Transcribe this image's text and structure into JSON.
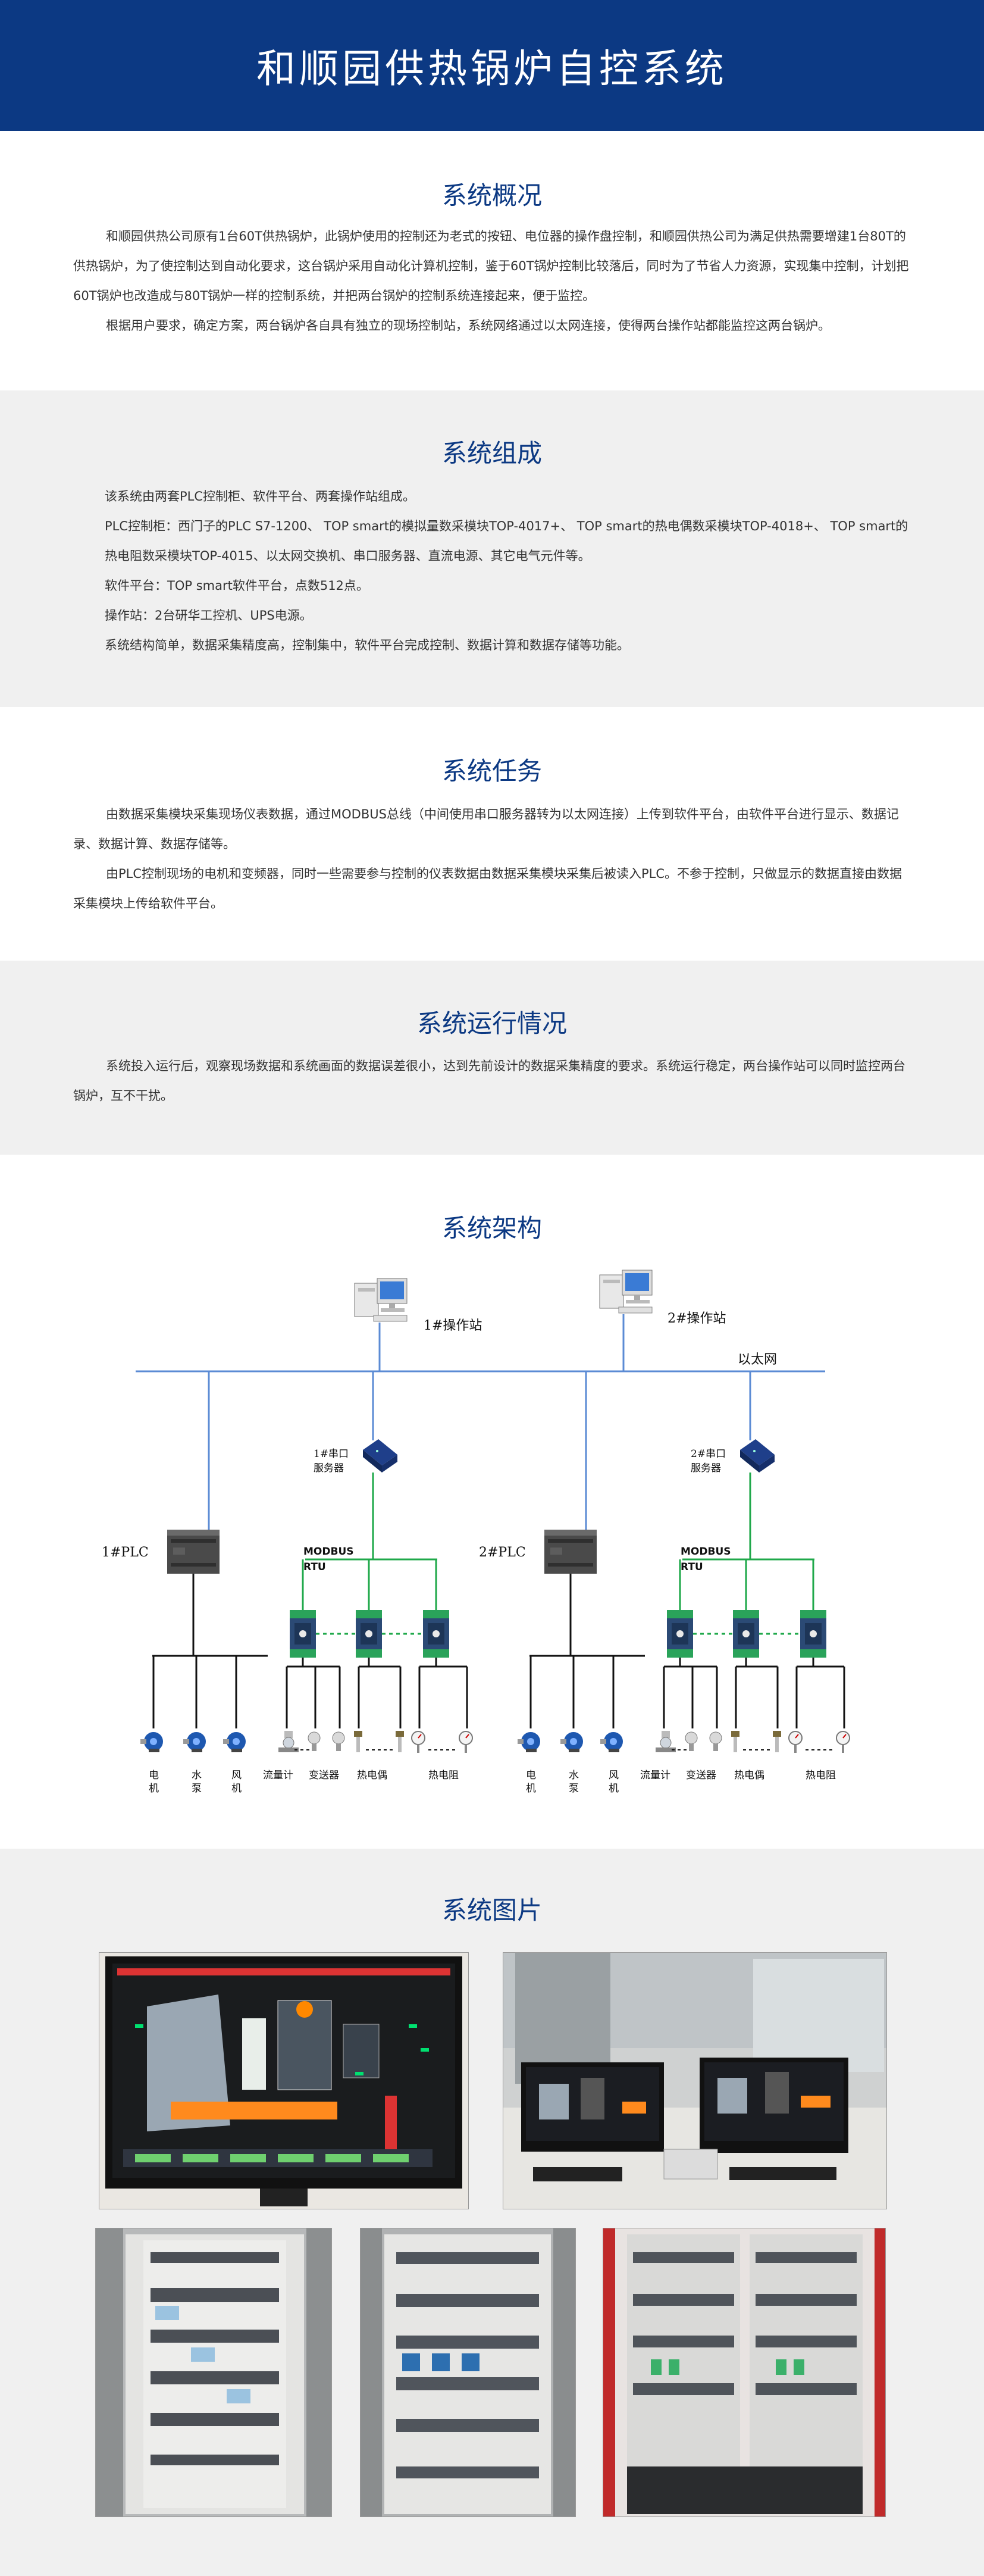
{
  "page_title": "和顺园供热锅炉自控系统",
  "colors": {
    "brand": "#0c3983",
    "section_gray": "#f0f0f0",
    "network_line": "#5b8bd4",
    "rs485_line": "#1fa84a"
  },
  "sections": {
    "overview": {
      "title": "系统概况",
      "paragraphs": [
        "和顺园供热公司原有1台60T供热锅炉，此锅炉使用的控制还为老式的按钮、电位器的操作盘控制，和顺园供热公司为满足供热需要增建1台80T的供热锅炉，为了使控制达到自动化要求，这台锅炉采用自动化计算机控制，鉴于60T锅炉控制比较落后，同时为了节省人力资源，实现集中控制，计划把60T锅炉也改造成与80T锅炉一样的控制系统，并把两台锅炉的控制系统连接起来，便于监控。",
        "根据用户要求，确定方案，两台锅炉各自具有独立的现场控制站，系统网络通过以太网连接，使得两台操作站都能监控这两台锅炉。"
      ]
    },
    "composition": {
      "title": "系统组成",
      "items": [
        "该系统由两套PLC控制柜、软件平台、两套操作站组成。",
        "PLC控制柜：西门子的PLC  S7-1200、 TOP smart的模拟量数采模块TOP-4017+、 TOP smart的热电偶数采模块TOP-4018+、 TOP smart的热电阻数采模块TOP-4015、以太网交换机、串口服务器、直流电源、其它电气元件等。",
        "软件平台：TOP smart软件平台，点数512点。",
        "操作站：2台研华工控机、UPS电源。",
        "系统结构简单，数据采集精度高，控制集中，软件平台完成控制、数据计算和数据存储等功能。"
      ]
    },
    "task": {
      "title": "系统任务",
      "paragraphs": [
        "由数据采集模块采集现场仪表数据，通过MODBUS总线（中间使用串口服务器转为以太网连接）上传到软件平台，由软件平台进行显示、数据记录、数据计算、数据存储等。",
        "由PLC控制现场的电机和变频器，同时一些需要参与控制的仪表数据由数据采集模块采集后被读入PLC。不参于控制，只做显示的数据直接由数据采集模块上传给软件平台。"
      ]
    },
    "operation": {
      "title": "系统运行情况",
      "paragraphs": [
        "系统投入运行后，观察现场数据和系统画面的数据误差很小，达到先前设计的数据采集精度的要求。系统运行稳定，两台操作站可以同时监控两台锅炉，互不干扰。"
      ]
    },
    "architecture": {
      "title": "系统架构",
      "stations": [
        "1#操作站",
        "2#操作站"
      ],
      "network_label": "以太网",
      "serial_servers": [
        [
          "1#串口",
          "服务器"
        ],
        [
          "2#串口",
          "服务器"
        ]
      ],
      "plcs": [
        "1#PLC",
        "2#PLC"
      ],
      "bus_label": [
        "MODBUS",
        "RTU"
      ],
      "field_labels": [
        "电机",
        "水泵",
        "风机",
        "流量计",
        "变送器",
        "热电偶",
        "热电阻"
      ]
    },
    "photos": {
      "title": "系统图片",
      "images": [
        {
          "icon": "hmi-screen-photo"
        },
        {
          "icon": "operator-desk-photo"
        },
        {
          "icon": "control-cabinet-photo"
        },
        {
          "icon": "control-cabinet-photo"
        },
        {
          "icon": "control-cabinet-photo"
        }
      ]
    }
  }
}
